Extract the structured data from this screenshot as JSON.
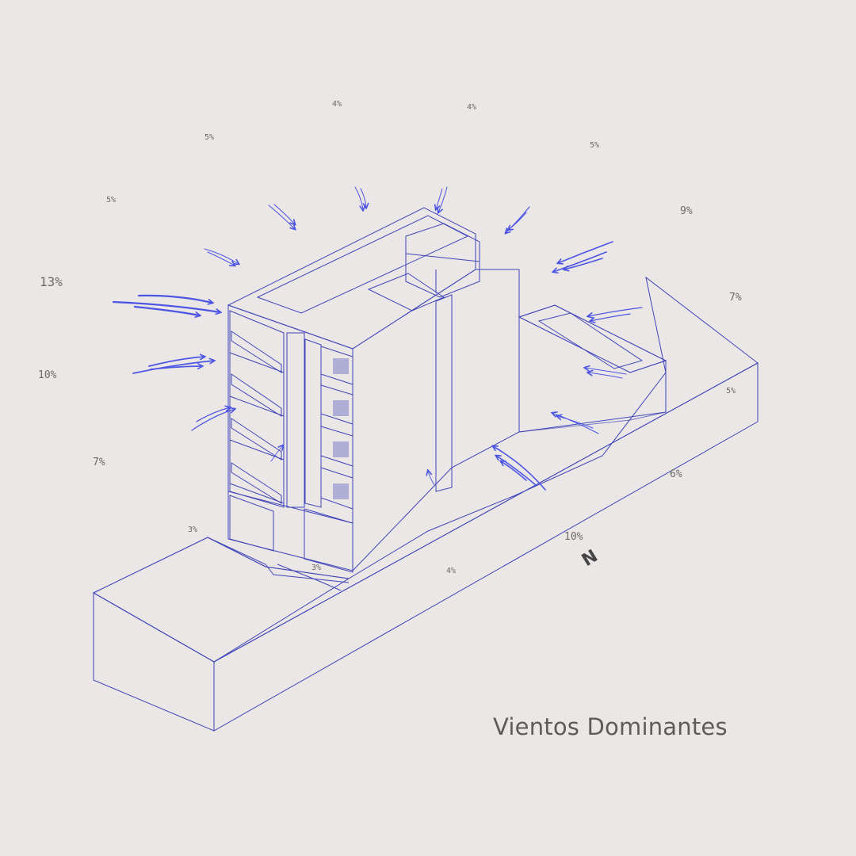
{
  "title": "Vientos Dominantes",
  "north_label": "N",
  "colors": {
    "background": "#ebe7e6",
    "building_face_light": "#ffffff",
    "building_face_tint": "#c9cdf6",
    "outline": "#3f45b8",
    "wind_arrows": "#4d55e3",
    "labels": "#6d6a6a"
  },
  "wind_percentages": [
    "4%",
    "4%",
    "5%",
    "5%",
    "5%",
    "9%",
    "13%",
    "7%",
    "10%",
    "5%",
    "7%",
    "6%",
    "3%",
    "10%",
    "3%",
    "4%"
  ]
}
